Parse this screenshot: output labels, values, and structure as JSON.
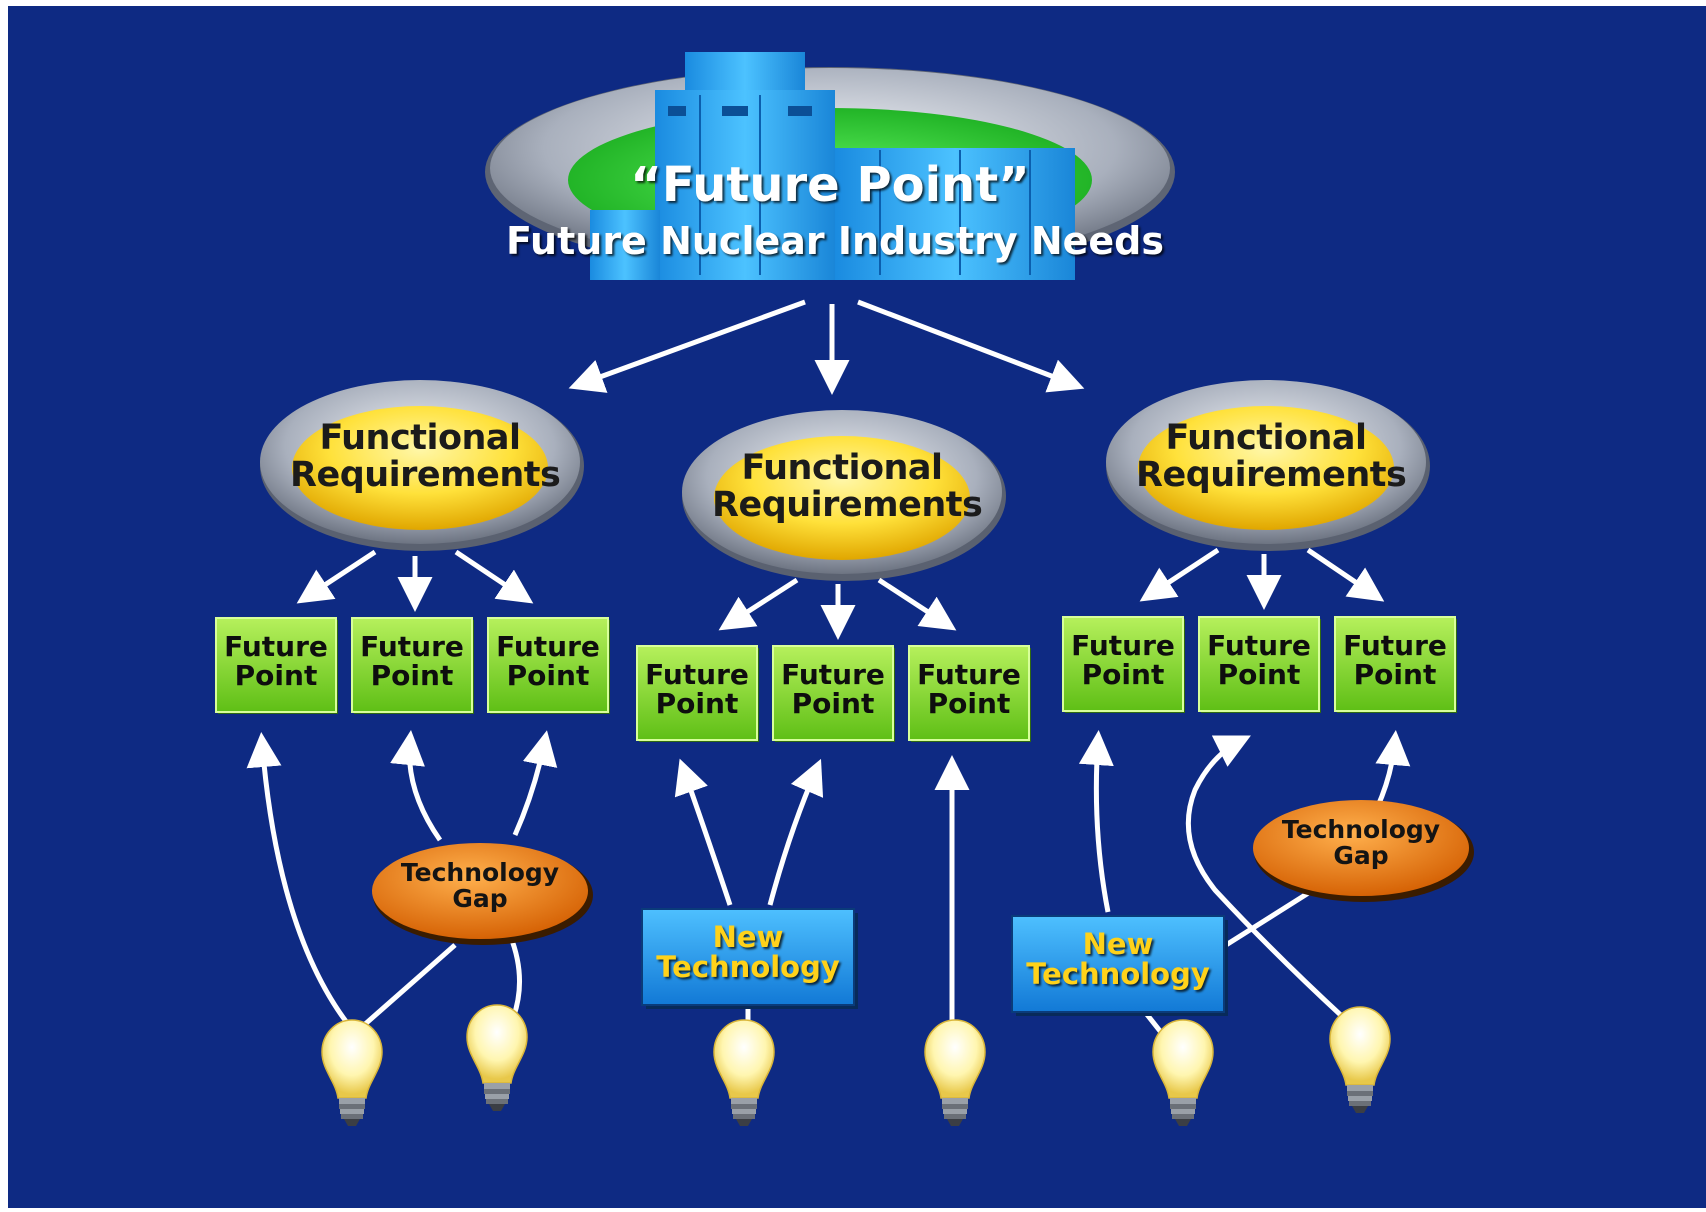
{
  "header": {
    "title_quoted": "“Future Point”",
    "subtitle": "Future Nuclear Industry Needs"
  },
  "functional_requirements": [
    {
      "line1": "Functional",
      "line2": "Requirements"
    },
    {
      "line1": "Functional",
      "line2": "Requirements"
    },
    {
      "line1": "Functional",
      "line2": "Requirements"
    }
  ],
  "future_points": [
    {
      "line1": "Future",
      "line2": "Point"
    },
    {
      "line1": "Future",
      "line2": "Point"
    },
    {
      "line1": "Future",
      "line2": "Point"
    },
    {
      "line1": "Future",
      "line2": "Point"
    },
    {
      "line1": "Future",
      "line2": "Point"
    },
    {
      "line1": "Future",
      "line2": "Point"
    },
    {
      "line1": "Future",
      "line2": "Point"
    },
    {
      "line1": "Future",
      "line2": "Point"
    },
    {
      "line1": "Future",
      "line2": "Point"
    }
  ],
  "technology_gaps": [
    {
      "line1": "Technology",
      "line2": "Gap"
    },
    {
      "line1": "Technology",
      "line2": "Gap"
    }
  ],
  "new_technologies": [
    {
      "line1": "New",
      "line2": "Technology"
    },
    {
      "line1": "New",
      "line2": "Technology"
    }
  ],
  "colors": {
    "background": "#0e2a83",
    "future_point_green": "#7ed31f",
    "functional_requirement_yellow": "#ffe23a",
    "technology_gap_orange": "#f07a10",
    "new_technology_blue": "#1e9be8",
    "new_technology_text": "#ffd21a",
    "arrow": "#ffffff"
  },
  "icons": [
    "reactor-building-icon",
    "lightbulb-icon"
  ]
}
